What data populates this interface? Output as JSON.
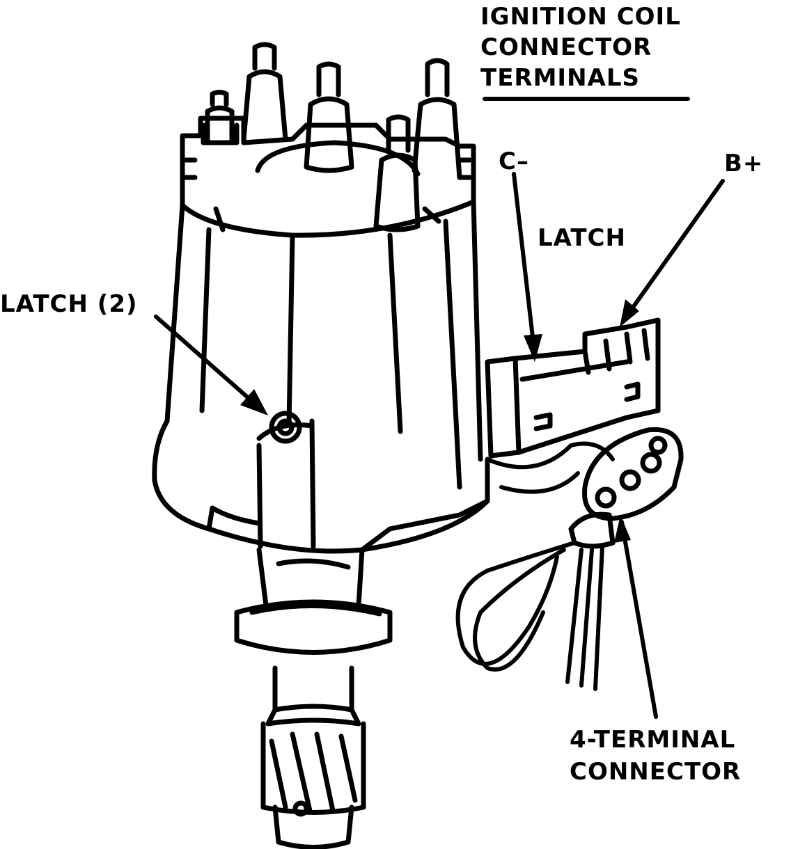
{
  "labels": {
    "coil_terminals": [
      "IGNITION COIL",
      "CONNECTOR",
      "TERMINALS"
    ],
    "c_minus": "C–",
    "b_plus": "B+",
    "latch": "LATCH",
    "latch_2": "LATCH (2)",
    "four_terminal": [
      "4-TERMINAL",
      "CONNECTOR"
    ]
  },
  "colors": {
    "ink": "#000000",
    "paper": "#ffffff"
  }
}
